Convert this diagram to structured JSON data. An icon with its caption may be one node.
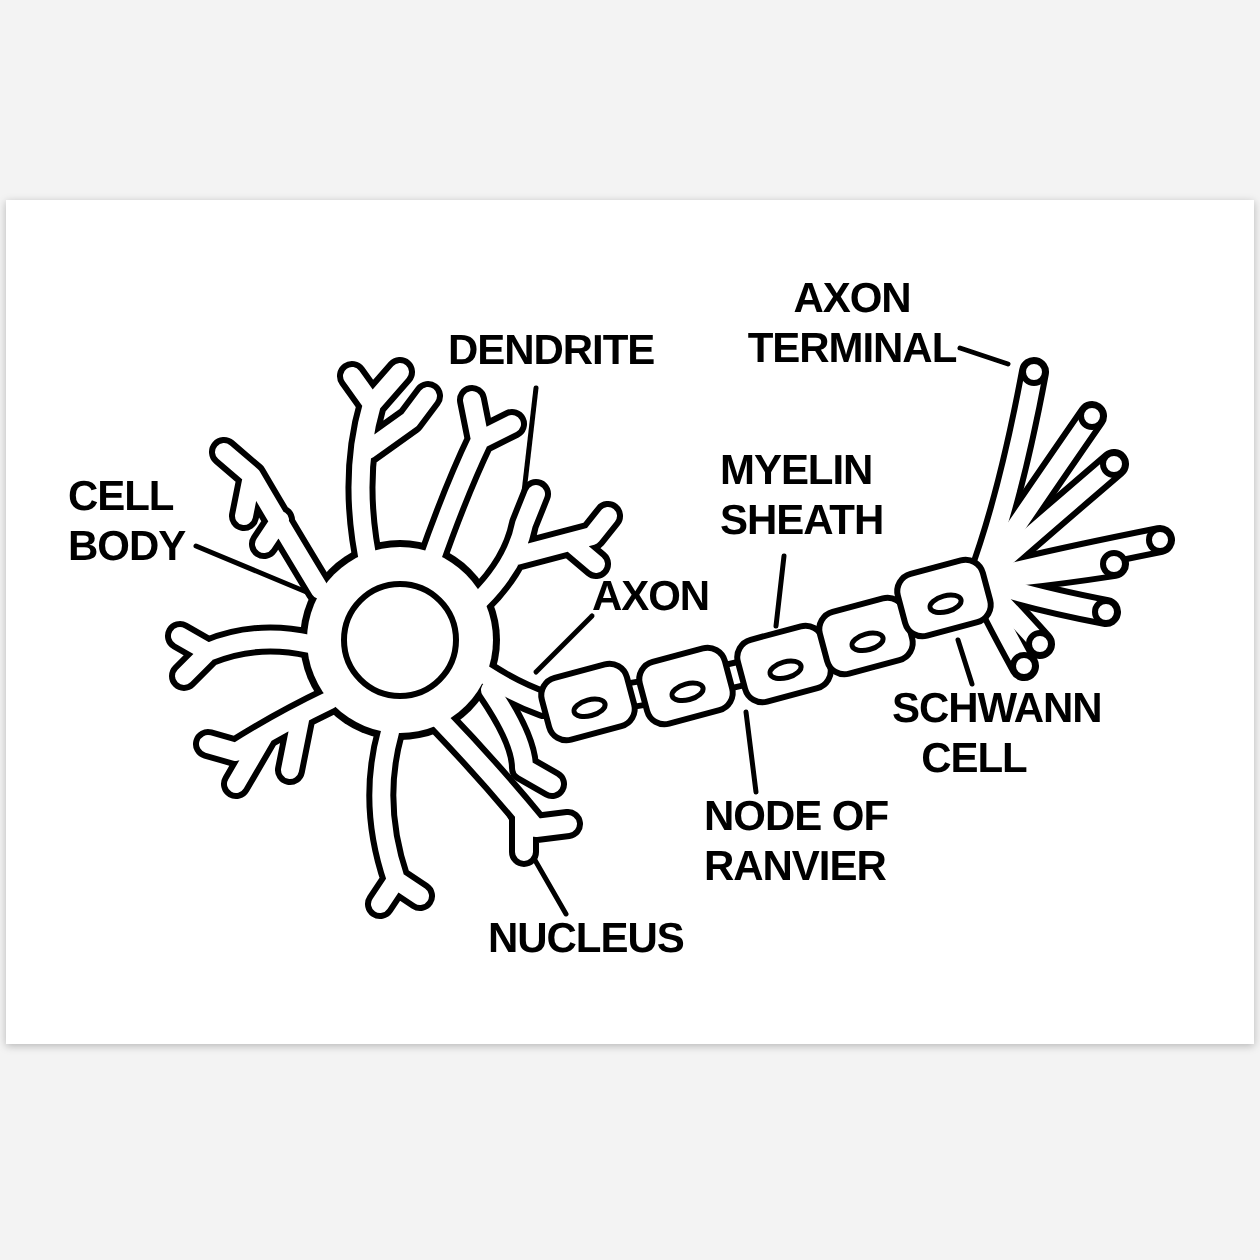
{
  "diagram": {
    "nodes": [
      {
        "text": [
          "CELL BODY"
        ]
      },
      {
        "text": [
          "DENDRITE"
        ]
      },
      {
        "text": [
          "AXON"
        ]
      },
      {
        "text": [
          "MYELIN SHEATH"
        ]
      },
      {
        "text": [
          "AXON TERMINAL"
        ]
      },
      {
        "text": [
          "SCHWANN CELL"
        ]
      },
      {
        "text": [
          "NODE OF RANVIER"
        ]
      },
      {
        "text": [
          "NUCLEUS"
        ]
      }
    ],
    "edges": [
      {
        "from": 0,
        "to": null,
        "arrow": "none"
      },
      {
        "from": 1,
        "to": null,
        "arrow": "none"
      },
      {
        "from": 2,
        "to": null,
        "arrow": "none"
      },
      {
        "from": 3,
        "to": null,
        "arrow": "none"
      },
      {
        "from": 4,
        "to": null,
        "arrow": "none"
      },
      {
        "from": 5,
        "to": null,
        "arrow": "none"
      },
      {
        "from": 6,
        "to": null,
        "arrow": "none"
      },
      {
        "from": 7,
        "to": null,
        "arrow": "none"
      }
    ]
  }
}
